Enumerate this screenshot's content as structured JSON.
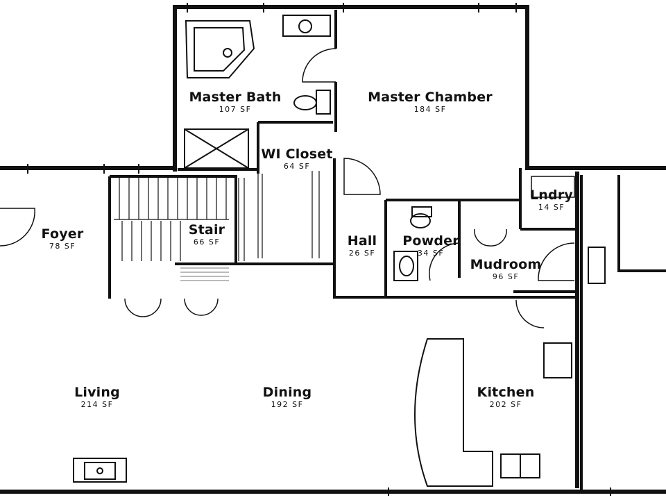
{
  "rooms": {
    "master_bath": {
      "name": "Master Bath",
      "area": "107 SF"
    },
    "master_chamber": {
      "name": "Master Chamber",
      "area": "184 SF"
    },
    "wi_closet": {
      "name": "WI Closet",
      "area": "64 SF"
    },
    "lndry": {
      "name": "Lndry",
      "area": "14 SF"
    },
    "foyer": {
      "name": "Foyer",
      "area": "78 SF"
    },
    "stair": {
      "name": "Stair",
      "area": "66 SF"
    },
    "hall": {
      "name": "Hall",
      "area": "26 SF"
    },
    "powder": {
      "name": "Powder",
      "area": "34 SF"
    },
    "mudroom": {
      "name": "Mudroom",
      "area": "96 SF"
    },
    "living": {
      "name": "Living",
      "area": "214 SF"
    },
    "dining": {
      "name": "Dining",
      "area": "192 SF"
    },
    "kitchen": {
      "name": "Kitchen",
      "area": "202 SF"
    }
  },
  "colors": {
    "wall": "#111111",
    "background": "#ffffff",
    "hatch": "#777777"
  }
}
